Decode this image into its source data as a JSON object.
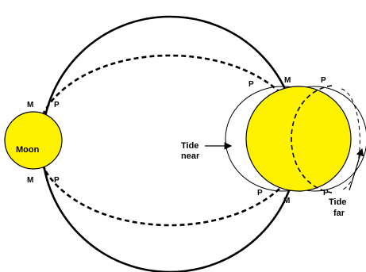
{
  "labels": {
    "moon": "Moon",
    "tide_near_1": "Tide",
    "tide_near_2": "near",
    "tide_far_1": "Tide",
    "tide_far_2": "far",
    "m": "M",
    "p": "P"
  },
  "colors": {
    "body_fill": "#fff200",
    "stroke": "#000000",
    "background": "#ffffff"
  }
}
